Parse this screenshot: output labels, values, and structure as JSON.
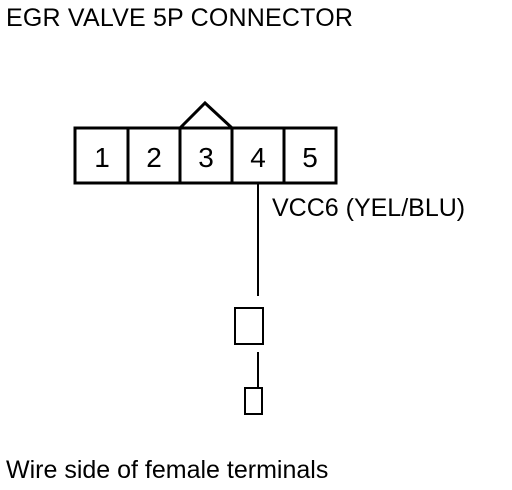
{
  "title": "EGR VALVE 5P CONNECTOR",
  "connector": {
    "pins": [
      "1",
      "2",
      "3",
      "4",
      "5"
    ]
  },
  "wire_label": "VCC6 (YEL/BLU)",
  "footer": "Wire side of female terminals"
}
